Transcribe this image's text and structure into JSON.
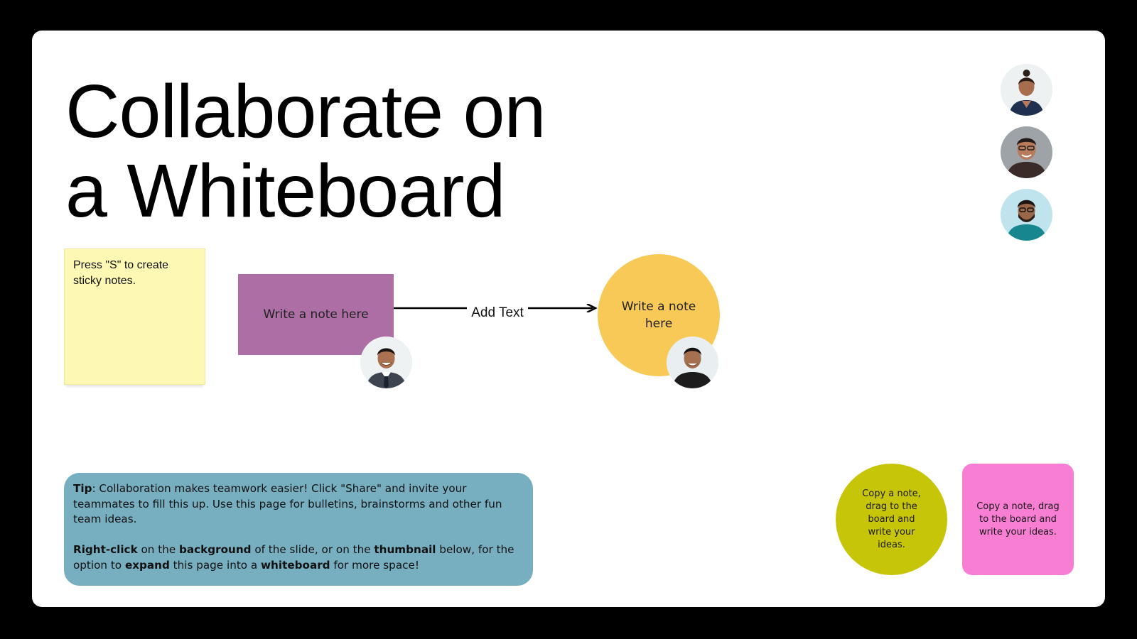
{
  "slide": {
    "title_line1": "Collaborate on",
    "title_line2": "a Whiteboard"
  },
  "sticky_note": {
    "line1": "Press \"S\" to create",
    "line2": "sticky notes.",
    "color": "#fdf8b3"
  },
  "flow": {
    "rect_note": {
      "text": "Write a note here",
      "color": "#ad6ea6"
    },
    "arrow_label": "Add Text",
    "circle_note": {
      "text": "Write a note here",
      "color": "#f8c956"
    }
  },
  "collaborator_avatars": [
    {
      "name": "collaborator-1",
      "icon": "person-avatar-woman"
    },
    {
      "name": "collaborator-2",
      "icon": "person-avatar-man-glasses"
    },
    {
      "name": "collaborator-3",
      "icon": "person-avatar-man-beard"
    }
  ],
  "tip": {
    "label": "Tip",
    "p1_text": ": Collaboration makes teamwork easier! Click \"Share\" and invite your teammates to fill this up. Use this page for bulletins, brainstorms and other fun team ideas.",
    "p2_b1": "Right-click",
    "p2_t1": " on the ",
    "p2_b2": "background",
    "p2_t2": " of the slide, or on the ",
    "p2_b3": "thumbnail",
    "p2_t3": " below, for the option to ",
    "p2_b4": "expand",
    "p2_t4": " this page into a ",
    "p2_b5": "whiteboard",
    "p2_t5": " for more space!",
    "color": "#77afc1"
  },
  "copy_notes": {
    "green_circle": {
      "text": "Copy a note, drag to the board and write your ideas.",
      "color": "#c7c508"
    },
    "pink_square": {
      "text": "Copy a note, drag to the board and write your ideas.",
      "color": "#f77ed2"
    }
  }
}
